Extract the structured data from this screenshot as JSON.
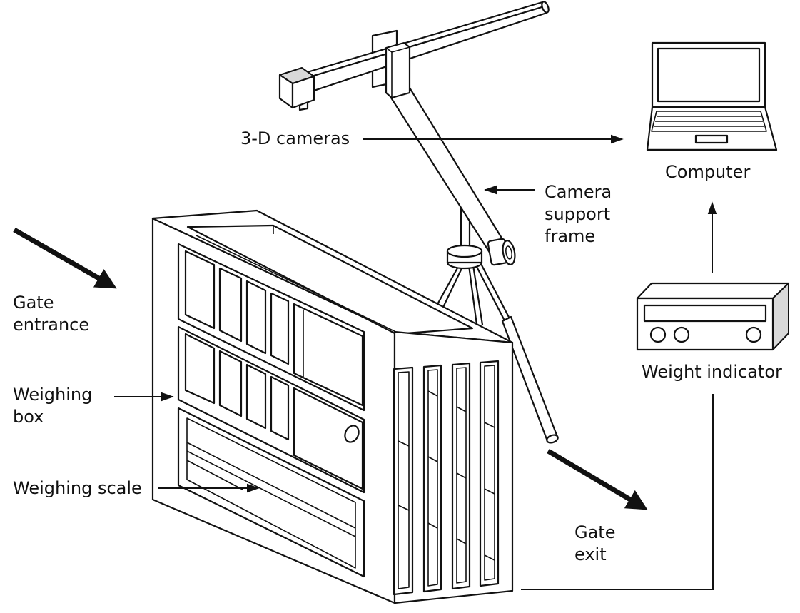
{
  "labels": {
    "cameras": "3-D cameras",
    "computer": "Computer",
    "support_frame": "Camera\nsupport\nframe",
    "gate_entrance": "Gate\nentrance",
    "weighing_box": "Weighing\nbox",
    "weighing_scale": "Weighing scale",
    "weight_indicator": "Weight indicator",
    "gate_exit": "Gate\nexit"
  }
}
